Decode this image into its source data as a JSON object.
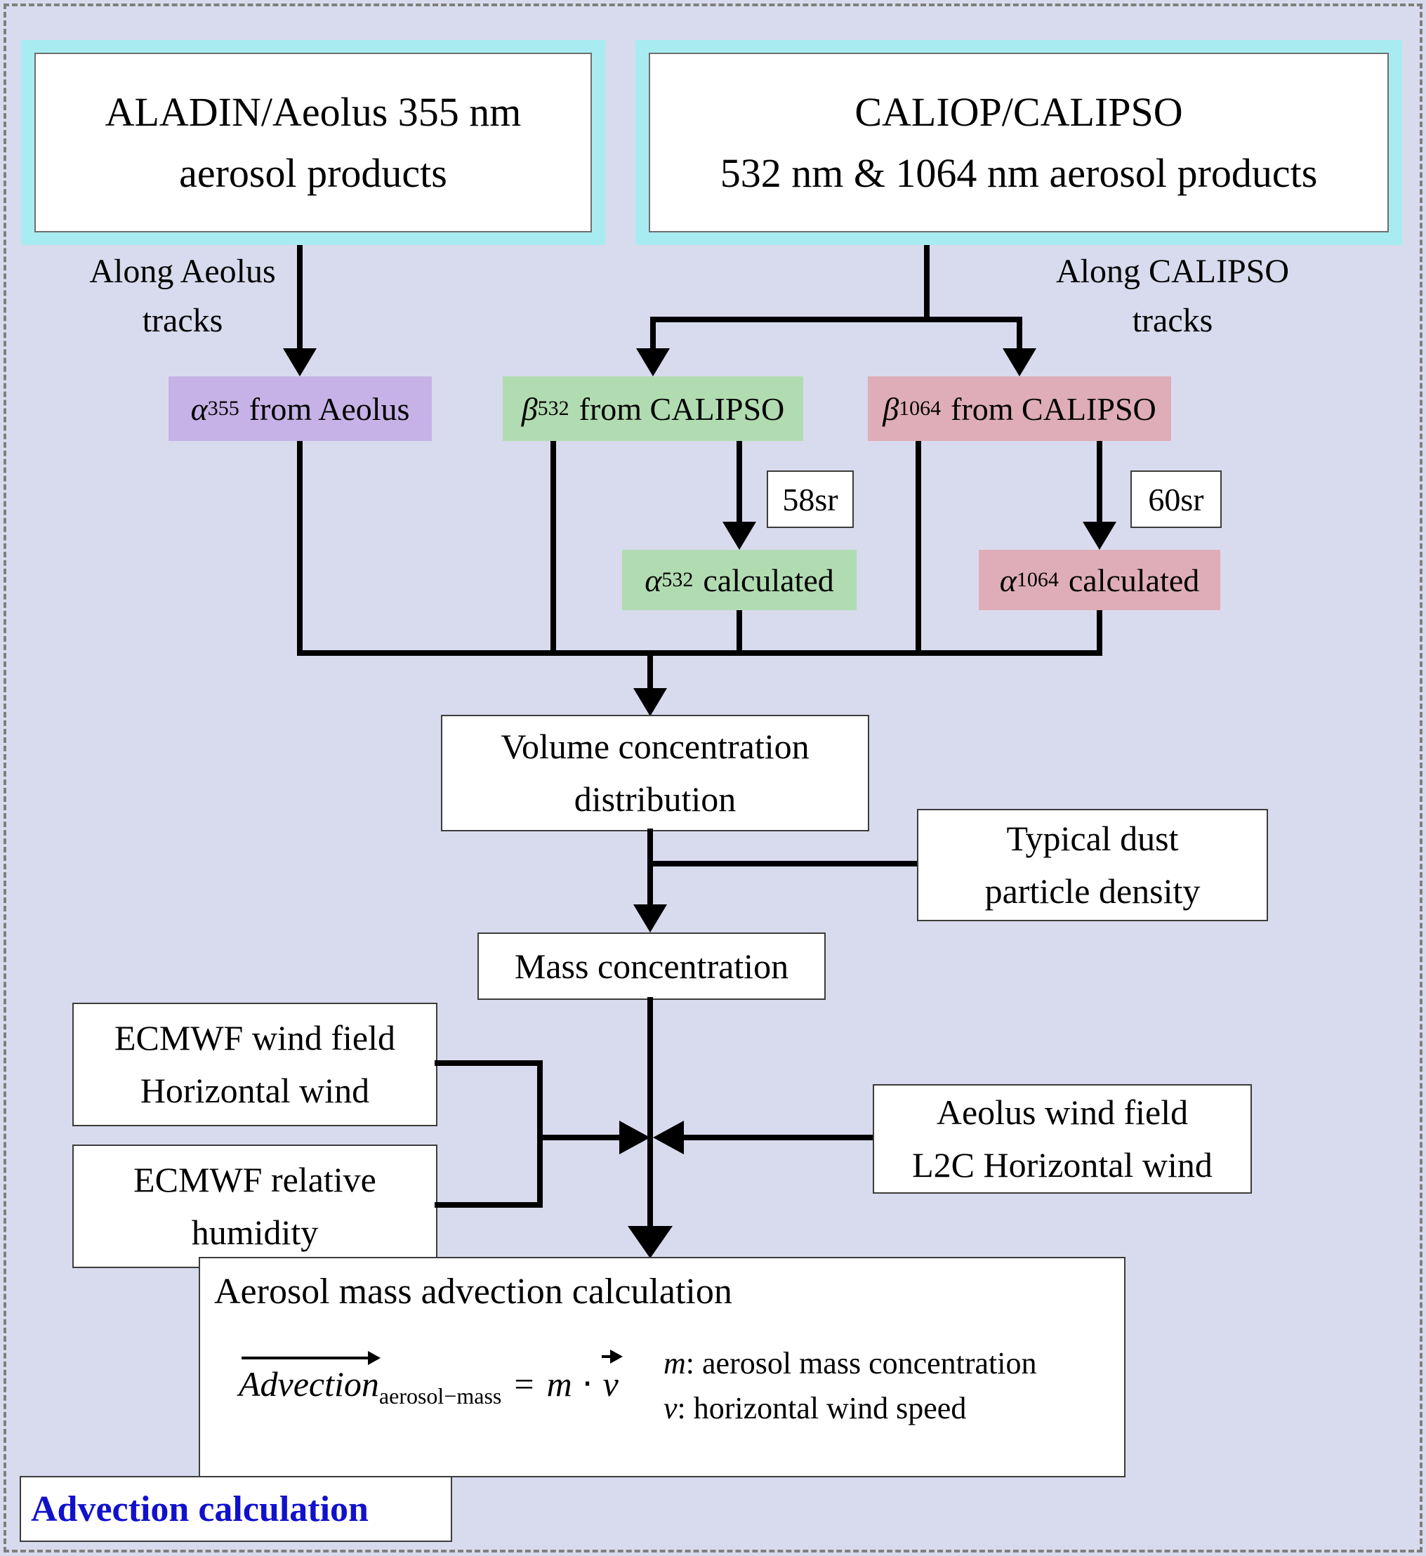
{
  "figure": {
    "kind": "flowchart",
    "topic": "Aerosol mass advection calculation from Aeolus and CALIPSO lidar products"
  },
  "colors": {
    "background": "#d8dbed",
    "cyan": "#a8ecf2",
    "purple": "#c6b2e6",
    "green": "#b1dcb1",
    "pink": "#dfadb7",
    "blue_text": "#1111cc"
  },
  "sources": {
    "aladin": {
      "line1": "ALADIN/Aeolus 355 nm",
      "line2": "aerosol products"
    },
    "caliop": {
      "line1": "CALIOP/CALIPSO",
      "line2": "532 nm & 1064 nm aerosol products"
    }
  },
  "track_labels": {
    "aeolus": {
      "line1": "Along Aeolus",
      "line2": "tracks"
    },
    "calipso": {
      "line1": "Along CALIPSO",
      "line2": "tracks"
    }
  },
  "products": {
    "alpha355": {
      "sym": "α",
      "sub": "355",
      "text": "from Aeolus"
    },
    "beta532": {
      "sym": "β",
      "sub": "532",
      "text": "from CALIPSO"
    },
    "beta1064": {
      "sym": "β",
      "sub": "1064",
      "text": "from CALIPSO"
    },
    "alpha532": {
      "sym": "α",
      "sub": "532",
      "text": "calculated"
    },
    "alpha1064": {
      "sym": "α",
      "sub": "1064",
      "text": "calculated"
    },
    "lidar_ratio_532": "58sr",
    "lidar_ratio_1064": "60sr"
  },
  "process": {
    "volume": {
      "line1": "Volume concentration",
      "line2": "distribution"
    },
    "dust": {
      "line1": "Typical dust",
      "line2": "particle density"
    },
    "mass": "Mass concentration",
    "ecmwf_wind": {
      "line1": "ECMWF wind field",
      "line2": "Horizontal wind"
    },
    "ecmwf_rh": {
      "line1": "ECMWF relative",
      "line2": "humidity"
    },
    "aeolus_wind": {
      "line1": "Aeolus wind field",
      "line2": "L2C Horizontal wind"
    }
  },
  "advection": {
    "title": "Aerosol mass advection calculation",
    "formula": {
      "lhs": "Advection",
      "lhs_sub": "aerosol−mass",
      "eq": "=",
      "m": "m",
      "dot": "⋅",
      "v": "v"
    },
    "legend": {
      "m_sym": "m",
      "m_text": ": aerosol mass concentration",
      "v_sym": "v",
      "v_text": ": horizontal wind speed"
    }
  },
  "footer": {
    "label": "Advection calculation"
  }
}
